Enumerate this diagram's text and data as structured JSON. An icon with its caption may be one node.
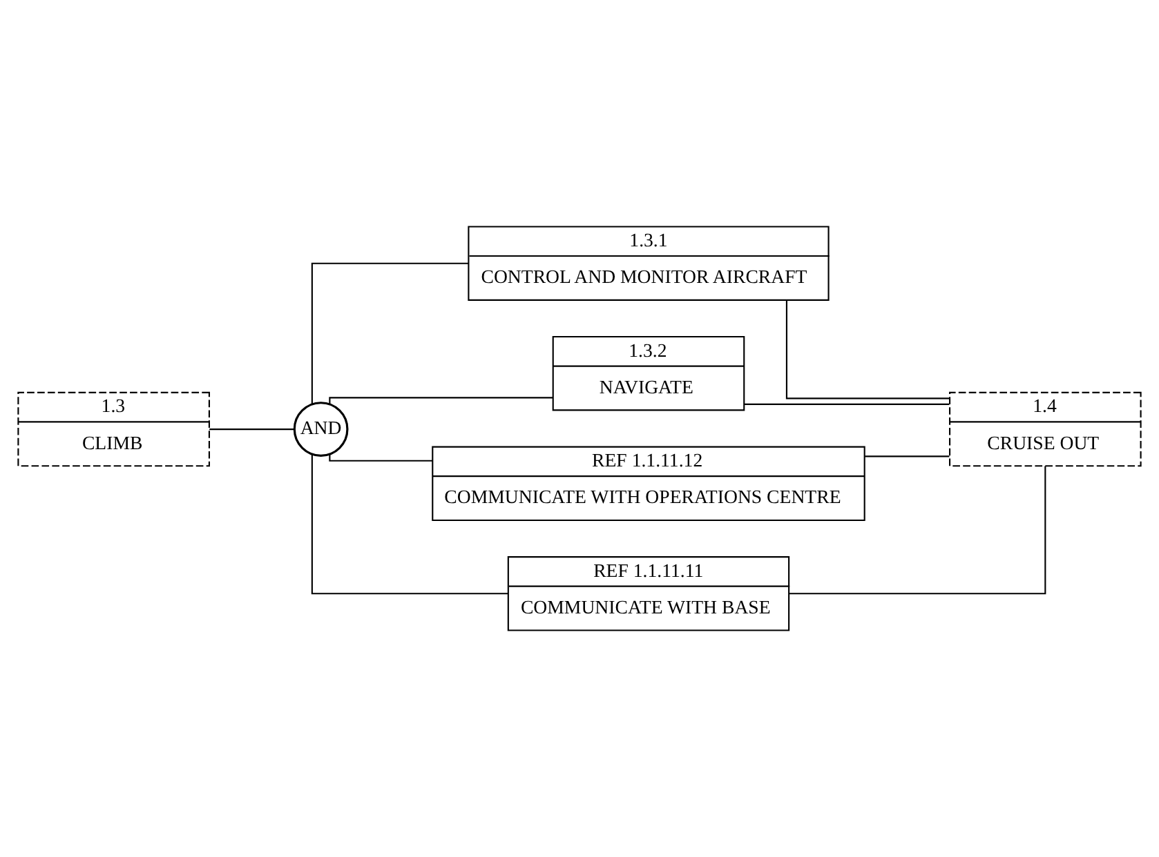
{
  "diagram": {
    "nodes": [
      {
        "text": [
          "1.3",
          "CLIMB"
        ]
      },
      {
        "text": [
          "AND"
        ]
      },
      {
        "text": [
          "1.3.1",
          "CONTROL AND MONITOR AIRCRAFT"
        ]
      },
      {
        "text": [
          "1.3.2",
          "NAVIGATE"
        ]
      },
      {
        "text": [
          "REF 1.1.11.12",
          "COMMUNICATE WITH OPERATIONS CENTRE"
        ]
      },
      {
        "text": [
          "REF 1.1.11.11",
          "COMMUNICATE WITH BASE"
        ]
      },
      {
        "text": [
          "1.4",
          "CRUISE OUT"
        ]
      }
    ],
    "edges": [
      {
        "from": 0,
        "to": 1,
        "arrow": "none"
      },
      {
        "from": 1,
        "to": 2,
        "arrow": "none"
      },
      {
        "from": 1,
        "to": 3,
        "arrow": "none"
      },
      {
        "from": 1,
        "to": 4,
        "arrow": "none"
      },
      {
        "from": 1,
        "to": 5,
        "arrow": "none"
      },
      {
        "from": 2,
        "to": 6,
        "arrow": "none"
      },
      {
        "from": 3,
        "to": 6,
        "arrow": "none"
      },
      {
        "from": 4,
        "to": 6,
        "arrow": "none"
      },
      {
        "from": 5,
        "to": 6,
        "arrow": "none"
      }
    ]
  }
}
